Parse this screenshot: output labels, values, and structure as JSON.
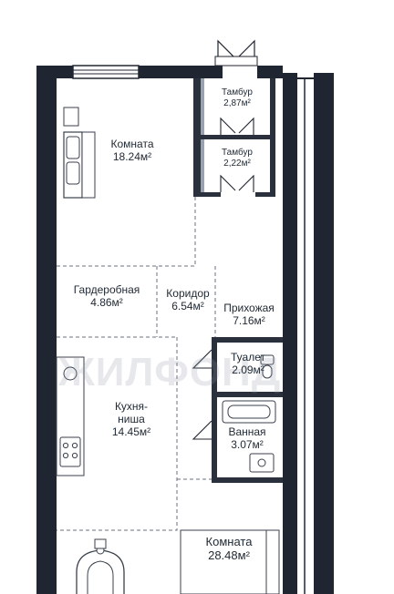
{
  "rooms": {
    "room1": {
      "name": "Комната",
      "area": "18.24м²"
    },
    "tambur1": {
      "name": "Тамбур",
      "area": "2,87м²"
    },
    "tambur2": {
      "name": "Тамбур",
      "area": "2,22м²"
    },
    "wardrobe": {
      "name": "Гардеробная",
      "area": "4.86м²"
    },
    "corridor": {
      "name": "Коридор",
      "area": "6.54м²"
    },
    "hallway": {
      "name": "Прихожая",
      "area": "7.16м²"
    },
    "toilet": {
      "name": "Туалет",
      "area": "2.09м²"
    },
    "kitchen": {
      "name": "Кухня-\nниша",
      "area": "14.45м²"
    },
    "bathroom": {
      "name": "Ванная",
      "area": "3.07м²"
    },
    "room2": {
      "name": "Комната",
      "area": "28.48м²"
    }
  },
  "watermark": "ЖИЛФОНД",
  "colors": {
    "wall": "#202631",
    "partition": "#2a313c",
    "dashed": "#6b7280",
    "bg": "#ffffff"
  }
}
